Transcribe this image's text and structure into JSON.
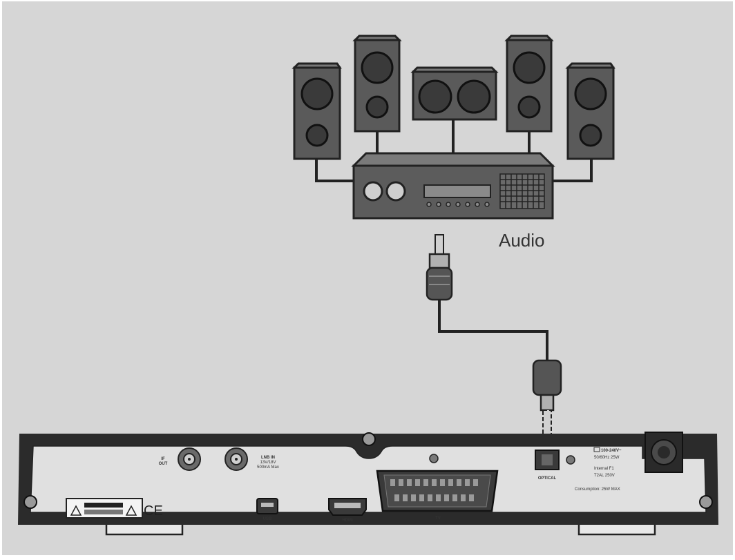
{
  "audio_label": "Audio",
  "receiver_panel": {
    "if_out": [
      "IF",
      "OUT"
    ],
    "lnb_in": [
      "LNB IN",
      "13V/18V",
      "500mA Max"
    ],
    "usb": "USB",
    "hdmi": "HDMI",
    "tv": "TV",
    "optical": "OPTICAL",
    "power_spec": [
      "100-240V~",
      "50/60Hz 25W",
      "Internal F1",
      "T2AL 250V"
    ],
    "consumption": "Consumption: 25W MAX",
    "ce_mark": "CE"
  },
  "colors": {
    "background": "#d6d6d6",
    "panel": "#e0e0e0",
    "dark": "#2b2b2b",
    "speaker": "#5a5a5a",
    "driver": "#3a3a3a"
  }
}
